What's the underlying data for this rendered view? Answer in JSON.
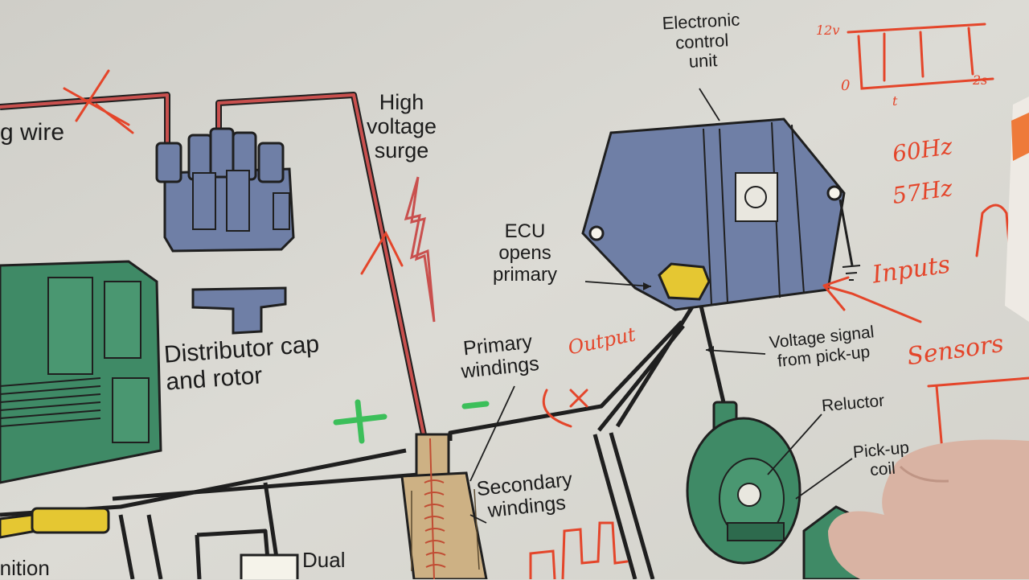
{
  "labels": {
    "ignition_wire": "g wire",
    "distributor_cap_rotor": "Distributor cap\nand rotor",
    "high_voltage_surge": "High\nvoltage\nsurge",
    "ecu_opens_primary": "ECU\nopens\nprimary",
    "electronic_control_unit": "Electronic\ncontrol\nunit",
    "primary_windings": "Primary\nwindings",
    "secondary_windings": "Secondary\nwindings",
    "voltage_signal": "Voltage signal\nfrom pick-up",
    "reluctor": "Reluctor",
    "pickup_coil": "Pick-up\ncoil",
    "dual": "Dual",
    "ignition": "Ignition"
  },
  "annotations": {
    "output": "Output",
    "frequency_1": "60Hz",
    "frequency_2": "57Hz",
    "inputs": "Inputs",
    "sensors": "Sensors",
    "graph_voltage_high": "12v",
    "graph_voltage_low": "0",
    "graph_axis_mark": "t",
    "graph_axis_mark_2": "2s"
  },
  "colors": {
    "paper": "#d9d8d2",
    "component_blue": "#6f7fa6",
    "component_green": "#3f8a66",
    "coil_tan": "#cdb184",
    "high_voltage_red": "#c9504e",
    "marker_red": "#e4452a",
    "marker_green": "#3cbf5a"
  }
}
